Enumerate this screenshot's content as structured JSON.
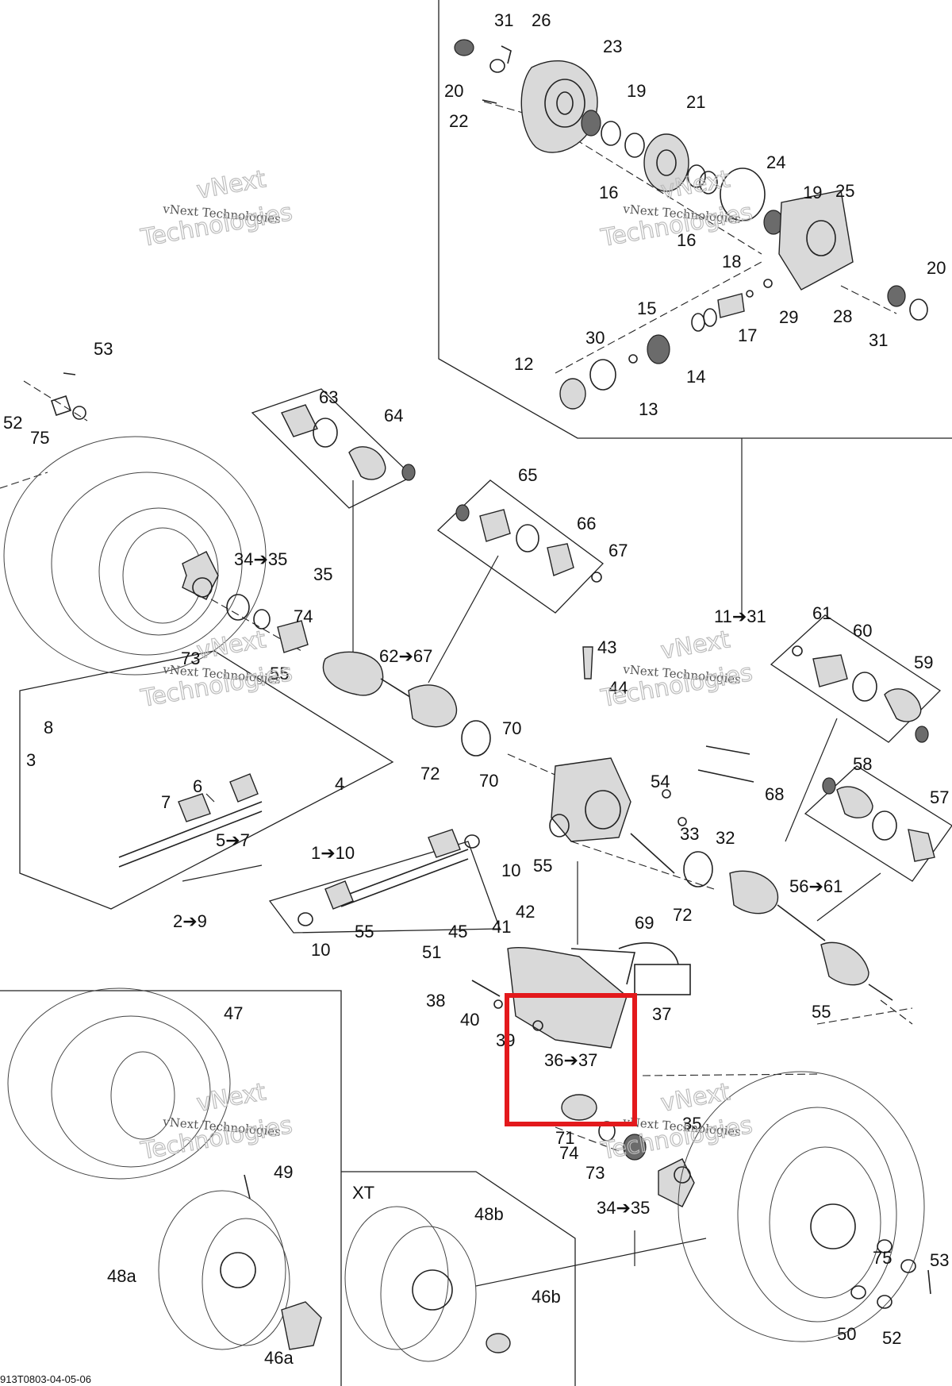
{
  "diagram_code": "913T0803-04-05-06",
  "variant_label": "XT",
  "watermark": {
    "line1": "vNext",
    "line2": "vNext Technologies",
    "line3": "Technologies"
  },
  "callouts": [
    "31",
    "26",
    "23",
    "20",
    "19",
    "22",
    "21",
    "16",
    "24",
    "19",
    "25",
    "16",
    "18",
    "20",
    "15",
    "29",
    "28",
    "17",
    "31",
    "30",
    "12",
    "14",
    "13",
    "53",
    "52",
    "75",
    "63",
    "64",
    "65",
    "66",
    "67",
    "34➔35",
    "35",
    "74",
    "73",
    "62➔67",
    "55",
    "11➔31",
    "61",
    "60",
    "59",
    "43",
    "44",
    "70",
    "8",
    "3",
    "4",
    "6",
    "7",
    "5➔7",
    "72",
    "70",
    "54",
    "68",
    "58",
    "57",
    "33",
    "32",
    "55",
    "1➔10",
    "10",
    "72",
    "56➔61",
    "42",
    "41",
    "45",
    "2➔9",
    "55",
    "10",
    "51",
    "69",
    "38",
    "40",
    "37",
    "39",
    "36➔37",
    "55",
    "47",
    "35",
    "71",
    "74",
    "73",
    "34➔35",
    "49",
    "XT",
    "48b",
    "48a",
    "46b",
    "46a",
    "75",
    "53",
    "50",
    "52"
  ],
  "colors": {
    "highlight": "#e3191c",
    "line": "#222222"
  }
}
